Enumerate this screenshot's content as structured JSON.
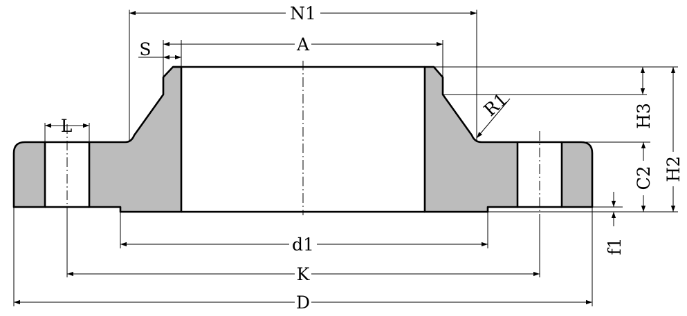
{
  "labels": {
    "N1": "N1",
    "A": "A",
    "S": "S",
    "L": "L",
    "R1": "R1",
    "H3": "H3",
    "C2": "C2",
    "H2": "H2",
    "d1": "d1",
    "K": "K",
    "D": "D",
    "f1": "f1"
  },
  "colors": {
    "section_fill": "#bcbcbc",
    "line": "#000000",
    "background": "#ffffff"
  }
}
